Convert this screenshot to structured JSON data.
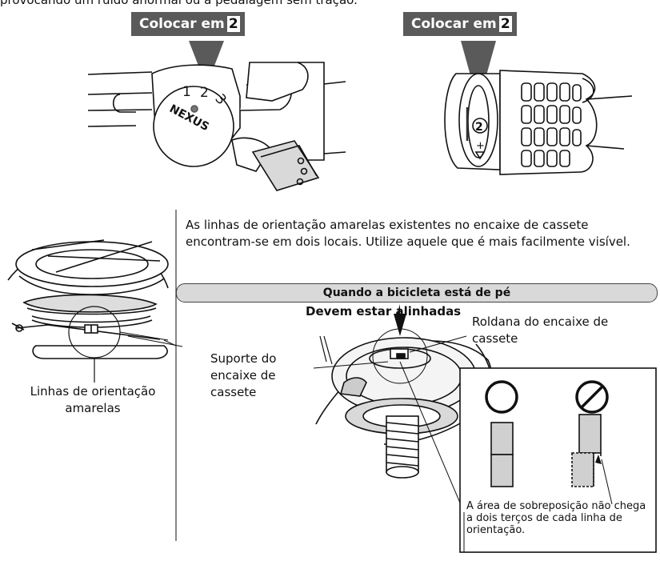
{
  "top_text": "provocando um ruído anormal ou a pedalagem sem tração.",
  "callouts": [
    {
      "label": "Colocar em",
      "number": "2"
    },
    {
      "label": "Colocar em",
      "number": "2"
    }
  ],
  "shifter": {
    "brand": "NEXUS",
    "positions": [
      "1",
      "2",
      "3"
    ],
    "grip_indicator": "2"
  },
  "intro_text": "As linhas de orientação amarelas existentes no encaixe de cassete encontram-se em dois locais. Utilize aquele que é mais facilmente visível.",
  "hub_label": "Linhas de orientação amarelas",
  "banner": "Quando a bicicleta está de pé",
  "aligned_label": "Devem estar alinhadas",
  "pulley_label": "Roldana do encaixe de cassete",
  "support_label": "Suporte do encaixe de cassete",
  "overlap_note": "A área de sobreposição não chega a dois terços de cada linha de orientação.",
  "symbols": {
    "correct": "circle-icon",
    "wrong": "prohibited-icon"
  }
}
